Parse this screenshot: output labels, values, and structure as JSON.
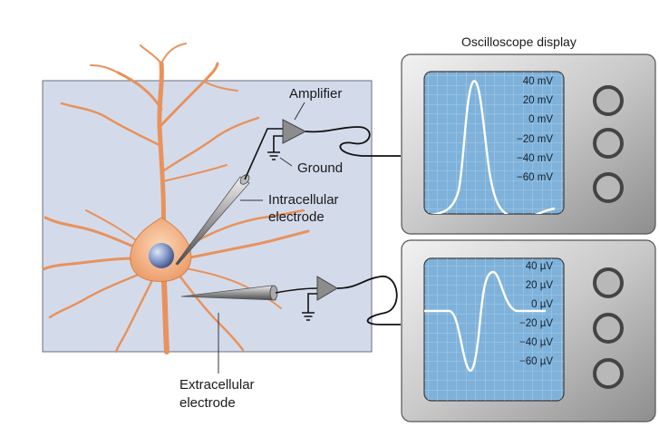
{
  "title": "Oscilloscope display",
  "labels": {
    "amplifier": "Amplifier",
    "ground": "Ground",
    "intracellular_1": "Intracellular",
    "intracellular_2": "electrode",
    "extracellular_1": "Extracellular",
    "extracellular_2": "electrode"
  },
  "scopes": [
    {
      "name": "intracellular-scope",
      "ticks": [
        "40 mV",
        "20 mV",
        "0 mV",
        "−20 mV",
        "−40 mV",
        "−60 mV"
      ],
      "trace": "action-potential"
    },
    {
      "name": "extracellular-scope",
      "ticks": [
        "40 µV",
        "20 µV",
        "0 µV",
        "−20 µV",
        "−40 µV",
        "−60 µV"
      ],
      "trace": "biphasic-spike"
    }
  ],
  "colors": {
    "panel": "#d3dbeb",
    "screen": "#7fb2da",
    "neuron": "#f0a070",
    "nucleus": "#7a90c8",
    "case": "#c8c8c8"
  }
}
